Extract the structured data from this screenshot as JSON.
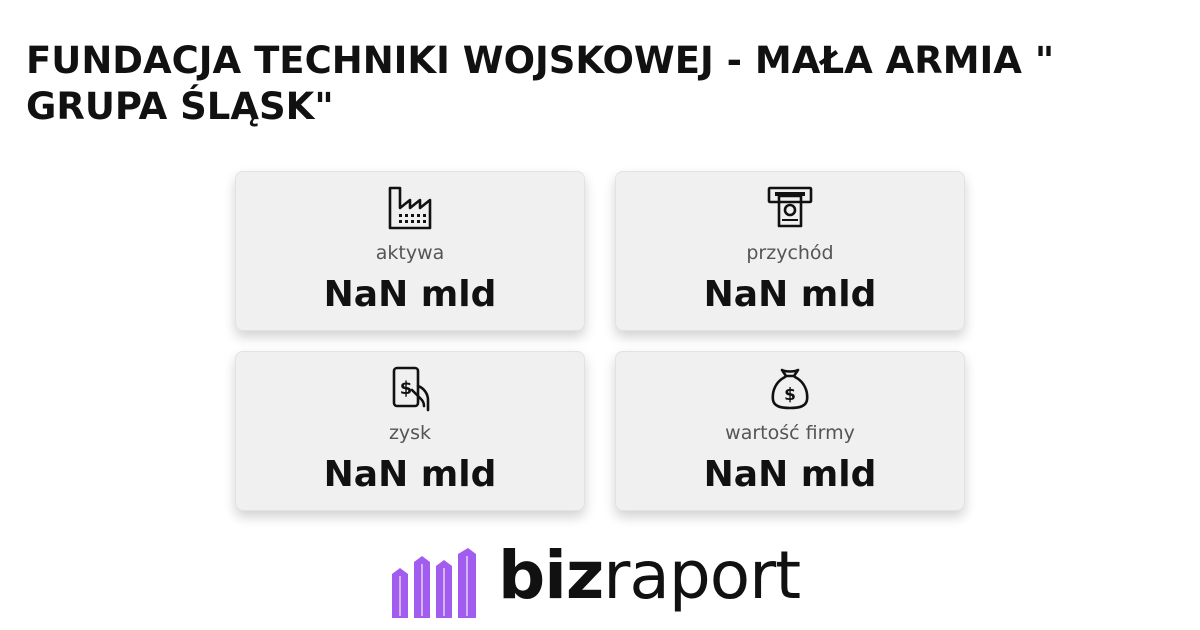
{
  "title": "FUNDACJA TECHNIKI WOJSKOWEJ - MAŁA ARMIA \" GRUPA ŚLĄSK\"",
  "cards": [
    {
      "icon": "factory-icon",
      "label": "aktywa",
      "value": "NaN mld"
    },
    {
      "icon": "atm-cash-icon",
      "label": "przychód",
      "value": "NaN mld"
    },
    {
      "icon": "hand-money-icon",
      "label": "zysk",
      "value": "NaN mld"
    },
    {
      "icon": "money-bag-icon",
      "label": "wartość firmy",
      "value": "NaN mld"
    }
  ],
  "logo": {
    "bold_part": "biz",
    "regular_part": "raport",
    "accent_color": "#a25cf0"
  }
}
